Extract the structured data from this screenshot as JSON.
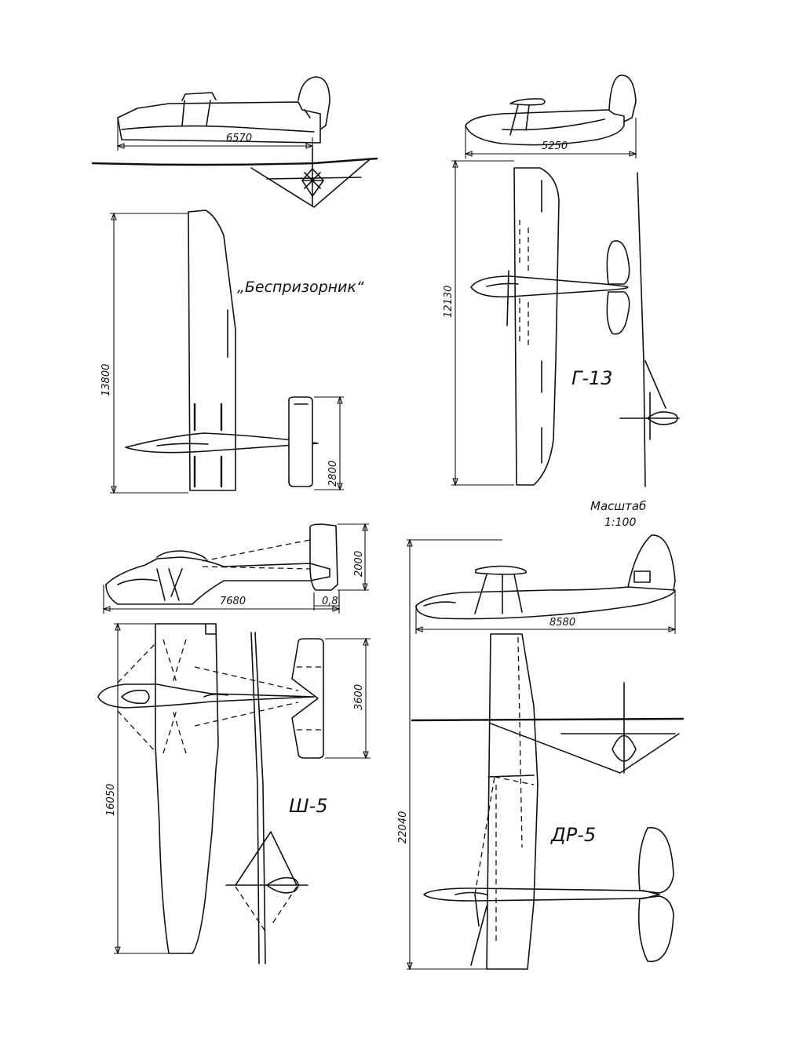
{
  "gliders": {
    "besprizornik": {
      "name": "„Беспризорник“",
      "length": "6570",
      "span": "13800",
      "tail_span": "2800"
    },
    "g13": {
      "name": "Г-13",
      "length": "5250",
      "span": "12130"
    },
    "sh5": {
      "name": "Ш-5",
      "length": "7680",
      "span": "16050",
      "tail_span": "3600",
      "fin_height": "2000",
      "fin_offset": "0,8"
    },
    "dr5": {
      "name": "ДР-5",
      "length": "8580",
      "span": "22040"
    }
  },
  "scale": {
    "label": "Масштаб",
    "value": "1:100"
  }
}
